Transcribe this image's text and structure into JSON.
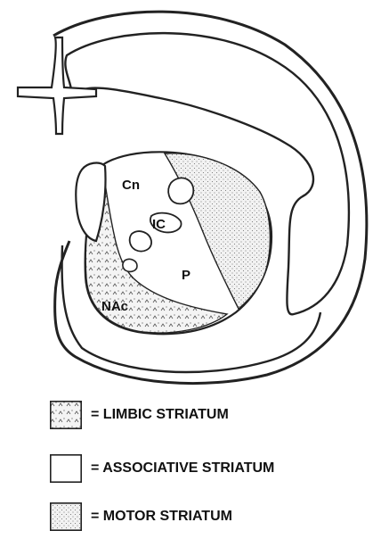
{
  "figure": {
    "regions": {
      "caudate": "Cn",
      "internal_capsule": "IC",
      "putamen": "P",
      "nucleus_accumbens": "NAc"
    },
    "legend": [
      {
        "pattern": "limbic-hatch",
        "label": "= LIMBIC STRIATUM"
      },
      {
        "pattern": "blank",
        "label": "= ASSOCIATIVE STRIATUM"
      },
      {
        "pattern": "motor-dots",
        "label": "= MOTOR STRIATUM"
      }
    ],
    "colors": {
      "outline": "#222222",
      "limbic_fill": "#f1f1f1",
      "motor_fill": "#eeeeee"
    }
  }
}
